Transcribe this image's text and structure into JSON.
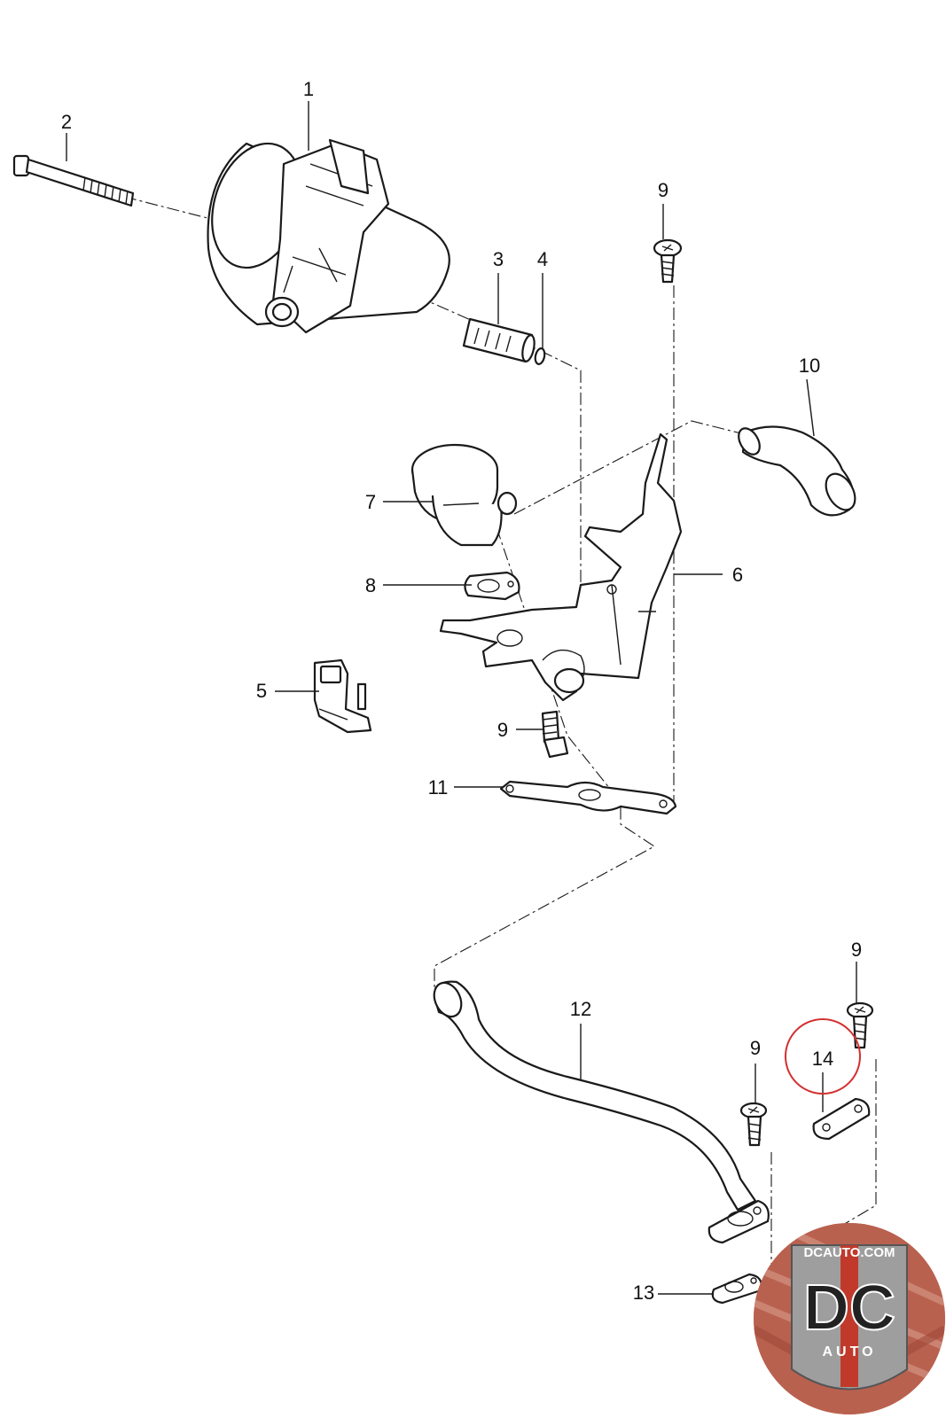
{
  "callouts": {
    "c1": "1",
    "c2": "2",
    "c3": "3",
    "c4": "4",
    "c5": "5",
    "c6": "6",
    "c7": "7",
    "c8": "8",
    "c9a": "9",
    "c9b": "9",
    "c9c": "9",
    "c9d": "9",
    "c10": "10",
    "c11": "11",
    "c12": "12",
    "c13": "13",
    "c14": "14"
  },
  "highlight": {
    "part": "14",
    "color": "#d32f2f"
  },
  "logo": {
    "site": "DCAUTO.COM",
    "mark": "DC",
    "sub": "AUTO",
    "colors": {
      "ring": "#b04030",
      "badge": "#c0392b",
      "metal": "#9a9a9a"
    }
  }
}
